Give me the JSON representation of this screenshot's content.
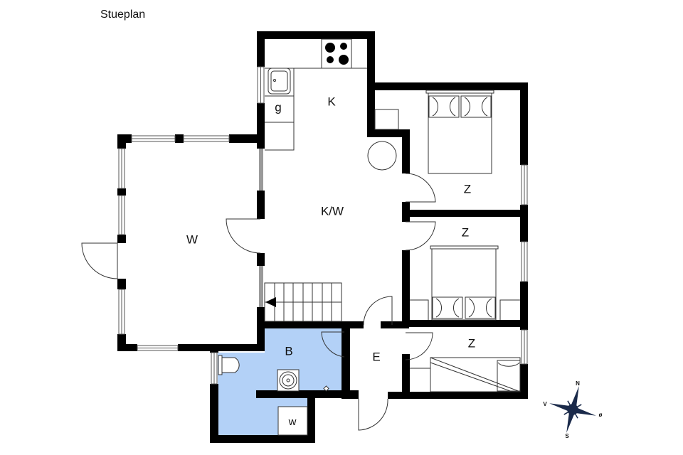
{
  "title": "Stueplan",
  "colors": {
    "wall": "#000000",
    "bathroom_fill": "#b3d1f7",
    "background": "#ffffff",
    "line": "#333333"
  },
  "rooms": {
    "kitchen": {
      "label": "K"
    },
    "kitchen_living": {
      "label": "K/W"
    },
    "living": {
      "label": "W"
    },
    "bedroom_1": {
      "label": "Z"
    },
    "bedroom_2": {
      "label": "Z"
    },
    "bedroom_3": {
      "label": "Z"
    },
    "bathroom": {
      "label": "B"
    },
    "entrance": {
      "label": "E"
    },
    "washer": {
      "label": "w"
    },
    "cabinet_g": {
      "label": "g"
    }
  },
  "compass": {
    "north": "N",
    "south": "S",
    "west": "V",
    "east": "ø"
  }
}
